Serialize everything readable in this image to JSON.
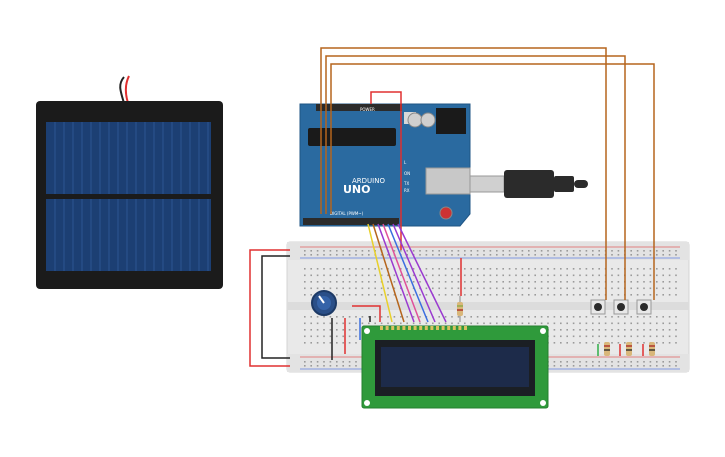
{
  "arduino": {
    "brand": "ARDUINO",
    "model": "UNO",
    "power_label": "POWER",
    "digital_label": "DIGITAL (PWM~)",
    "on_label": "ON",
    "tx_label": "TX",
    "rx_label": "RX",
    "l_label": "L"
  },
  "colors": {
    "board": "#2a6aa0",
    "solar_frame": "#1b1b1b",
    "solar_cell": "#1c3f73",
    "lcd_pcb": "#2f9a3b",
    "lcd_screen": "#1d2b4a",
    "wire_brown": "#b5651d",
    "wire_red": "#e03030",
    "wire_black": "#222222",
    "wire_yellow": "#e8d02a",
    "wire_purple": "#9a3ad0",
    "wire_pink": "#e0509a",
    "wire_blue": "#3a6ee0",
    "wire_green": "#2fae48",
    "breadboard": "#e9e9e9"
  },
  "icons": [
    "usb-cable-icon",
    "potentiometer-icon",
    "pushbutton-icon",
    "resistor-icon",
    "reset-button-icon"
  ]
}
